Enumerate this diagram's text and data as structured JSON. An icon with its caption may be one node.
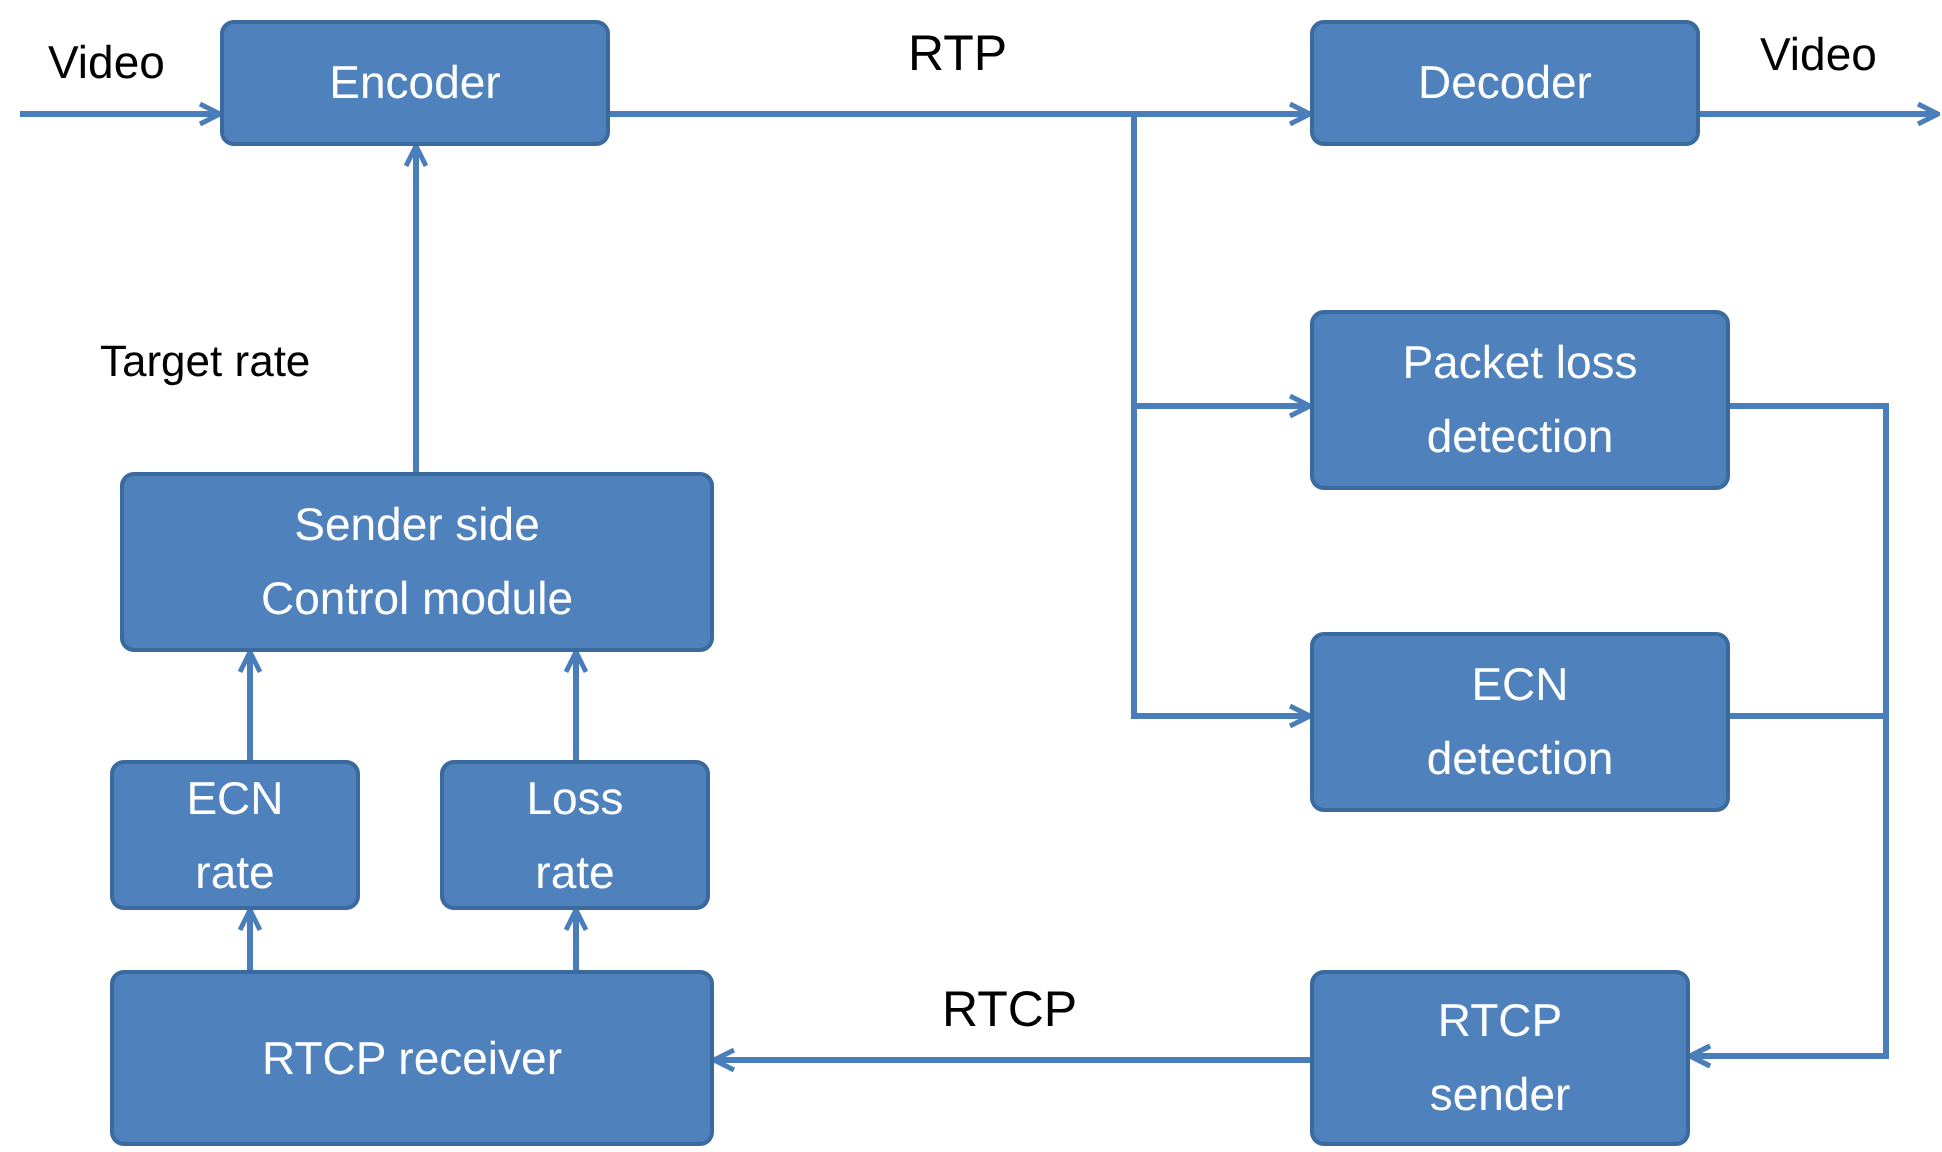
{
  "diagram": {
    "nodes": [
      {
        "text": [
          "Encoder"
        ]
      },
      {
        "text": [
          "Decoder"
        ]
      },
      {
        "text": [
          "Packet loss detection"
        ]
      },
      {
        "text": [
          "ECN detection"
        ]
      },
      {
        "text": [
          "Sender side Control module"
        ]
      },
      {
        "text": [
          "ECN rate"
        ]
      },
      {
        "text": [
          "Loss rate"
        ]
      },
      {
        "text": [
          "RTCP receiver"
        ]
      },
      {
        "text": [
          "RTCP sender"
        ]
      }
    ],
    "edges": [
      {
        "from": null,
        "to": 0,
        "arrow": "to",
        "label": "Video"
      },
      {
        "from": 1,
        "to": null,
        "arrow": "to",
        "label": "Video"
      },
      {
        "from": 0,
        "to": 1,
        "arrow": "to",
        "label": "RTP"
      },
      {
        "from": 0,
        "to": 2,
        "arrow": "to"
      },
      {
        "from": 0,
        "to": 3,
        "arrow": "to"
      },
      {
        "from": 2,
        "to": 8,
        "arrow": "to"
      },
      {
        "from": 3,
        "to": 8,
        "arrow": "to"
      },
      {
        "from": 8,
        "to": 7,
        "arrow": "to",
        "label": "RTCP"
      },
      {
        "from": 7,
        "to": 5,
        "arrow": "to"
      },
      {
        "from": 7,
        "to": 6,
        "arrow": "to"
      },
      {
        "from": 5,
        "to": 4,
        "arrow": "to"
      },
      {
        "from": 6,
        "to": 4,
        "arrow": "to"
      },
      {
        "from": 4,
        "to": 0,
        "arrow": "to",
        "label": "Target rate"
      }
    ]
  }
}
